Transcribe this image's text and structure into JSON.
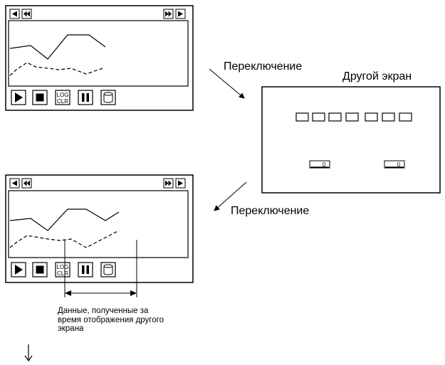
{
  "labels": {
    "switch_top": "Переключение",
    "other_screen": "Другой экран",
    "switch_bottom": "Переключение"
  },
  "note_lines": [
    "Данные, полученные за",
    "время отображения другого",
    "экрана"
  ],
  "buttons": {
    "log_clr_line1": "LOG",
    "log_clr_line2": "CLR"
  },
  "other_screen_values": [
    "0",
    "0"
  ]
}
